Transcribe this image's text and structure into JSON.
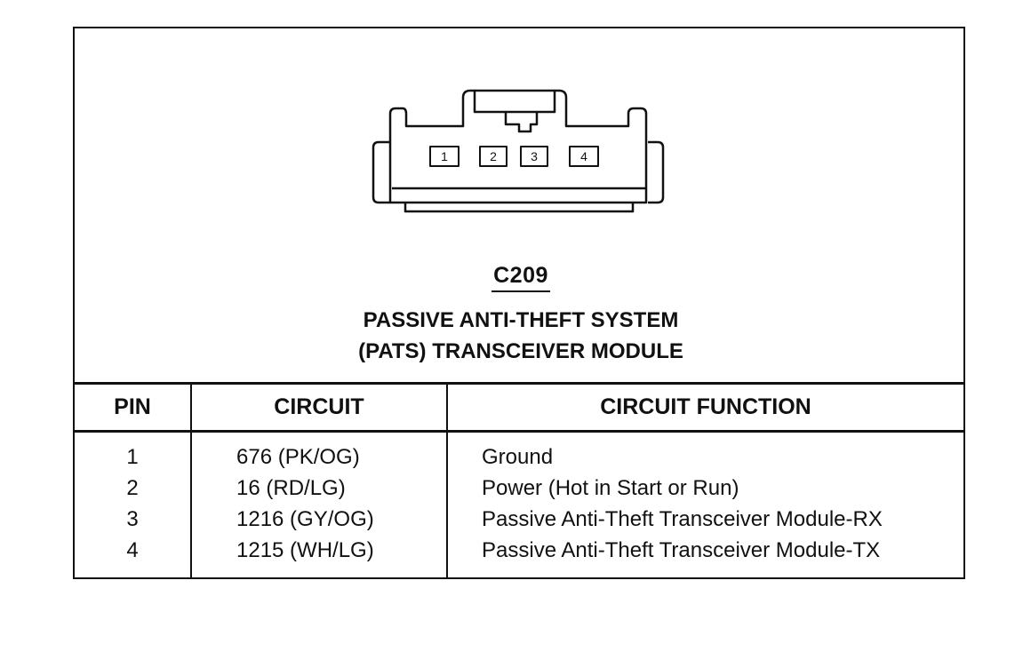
{
  "connector": {
    "id": "C209",
    "title_line1": "PASSIVE ANTI-THEFT SYSTEM",
    "title_line2": "(PATS) TRANSCEIVER MODULE",
    "pin_labels": [
      "1",
      "2",
      "3",
      "4"
    ]
  },
  "table": {
    "headers": {
      "pin": "PIN",
      "circuit": "CIRCUIT",
      "function": "CIRCUIT FUNCTION"
    },
    "rows": [
      {
        "pin": "1",
        "circuit": "676 (PK/OG)",
        "function": "Ground"
      },
      {
        "pin": "2",
        "circuit": "16 (RD/LG)",
        "function": "Power (Hot in Start or Run)"
      },
      {
        "pin": "3",
        "circuit": "1216 (GY/OG)",
        "function": "Passive Anti-Theft Transceiver Module-RX"
      },
      {
        "pin": "4",
        "circuit": "1215 (WH/LG)",
        "function": "Passive Anti-Theft Transceiver Module-TX"
      }
    ]
  }
}
